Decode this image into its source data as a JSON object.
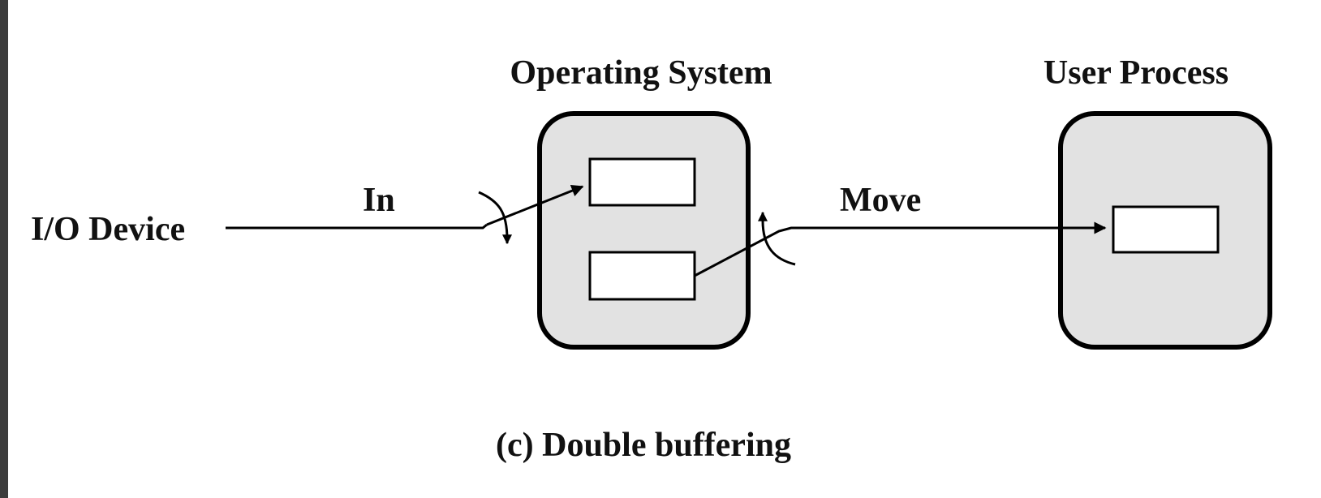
{
  "labels": {
    "io_device": "I/O Device",
    "operating_system": "Operating System",
    "user_process": "User Process",
    "in": "In",
    "move": "Move",
    "caption": "(c) Double buffering"
  },
  "colors": {
    "box_fill": "#e2e2e2",
    "buffer_fill": "#ffffff",
    "stroke": "#000000",
    "frame_bar": "#3c3c3c"
  }
}
